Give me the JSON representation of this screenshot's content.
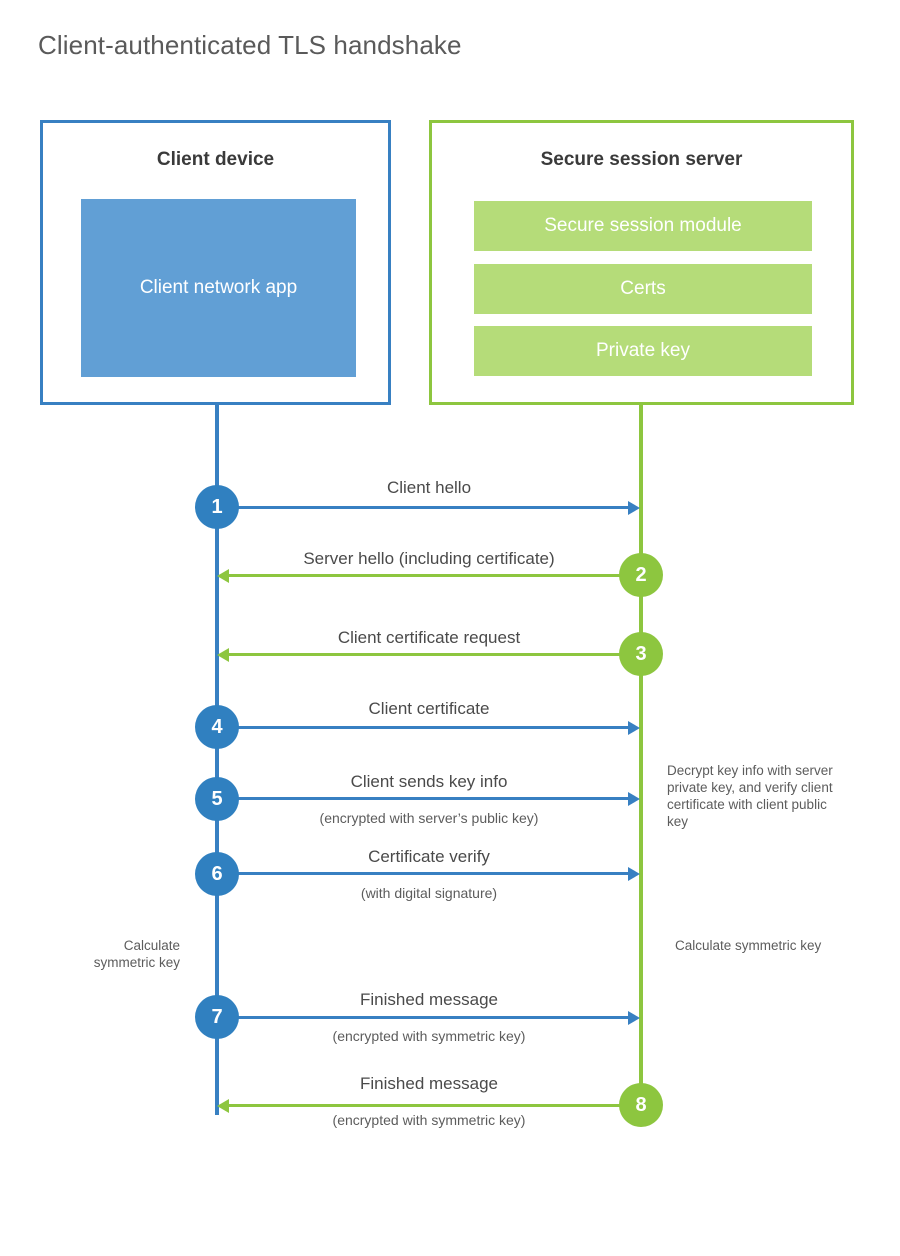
{
  "title": "Client-authenticated TLS handshake",
  "colors": {
    "blue_stroke": "#3880c2",
    "blue_circle": "#3080c0",
    "blue_fill": "#619fd5",
    "green_stroke": "#8dc63f",
    "green_fill": "#b5dc79",
    "text": "#4a4a4a"
  },
  "actors": {
    "client": {
      "title": "Client device",
      "block": "Client network app"
    },
    "server": {
      "title": "Secure session server",
      "blocks": [
        "Secure session module",
        "Certs",
        "Private key"
      ]
    }
  },
  "steps": [
    {
      "number": "1",
      "label": "Client hello",
      "sublabel": "",
      "direction": "client-to-server",
      "origin": "client"
    },
    {
      "number": "2",
      "label": "Server hello (including certificate)",
      "sublabel": "",
      "direction": "server-to-client",
      "origin": "server"
    },
    {
      "number": "3",
      "label": "Client certificate request",
      "sublabel": "",
      "direction": "server-to-client",
      "origin": "server"
    },
    {
      "number": "4",
      "label": "Client certificate",
      "sublabel": "",
      "direction": "client-to-server",
      "origin": "client"
    },
    {
      "number": "5",
      "label": "Client sends key info",
      "sublabel": "(encrypted with server’s public key)",
      "direction": "client-to-server",
      "origin": "client"
    },
    {
      "number": "6",
      "label": "Certificate verify",
      "sublabel": "(with digital signature)",
      "direction": "client-to-server",
      "origin": "client"
    },
    {
      "number": "7",
      "label": "Finished message",
      "sublabel": "(encrypted with symmetric key)",
      "direction": "client-to-server",
      "origin": "client"
    },
    {
      "number": "8",
      "label": "Finished message",
      "sublabel": "(encrypted with symmetric key)",
      "direction": "server-to-client",
      "origin": "server"
    }
  ],
  "notes": {
    "decrypt": "Decrypt key info with server private key, and verify client certificate with client public key",
    "calculate_client": "Calculate symmetric key",
    "calculate_server": "Calculate symmetric key"
  }
}
